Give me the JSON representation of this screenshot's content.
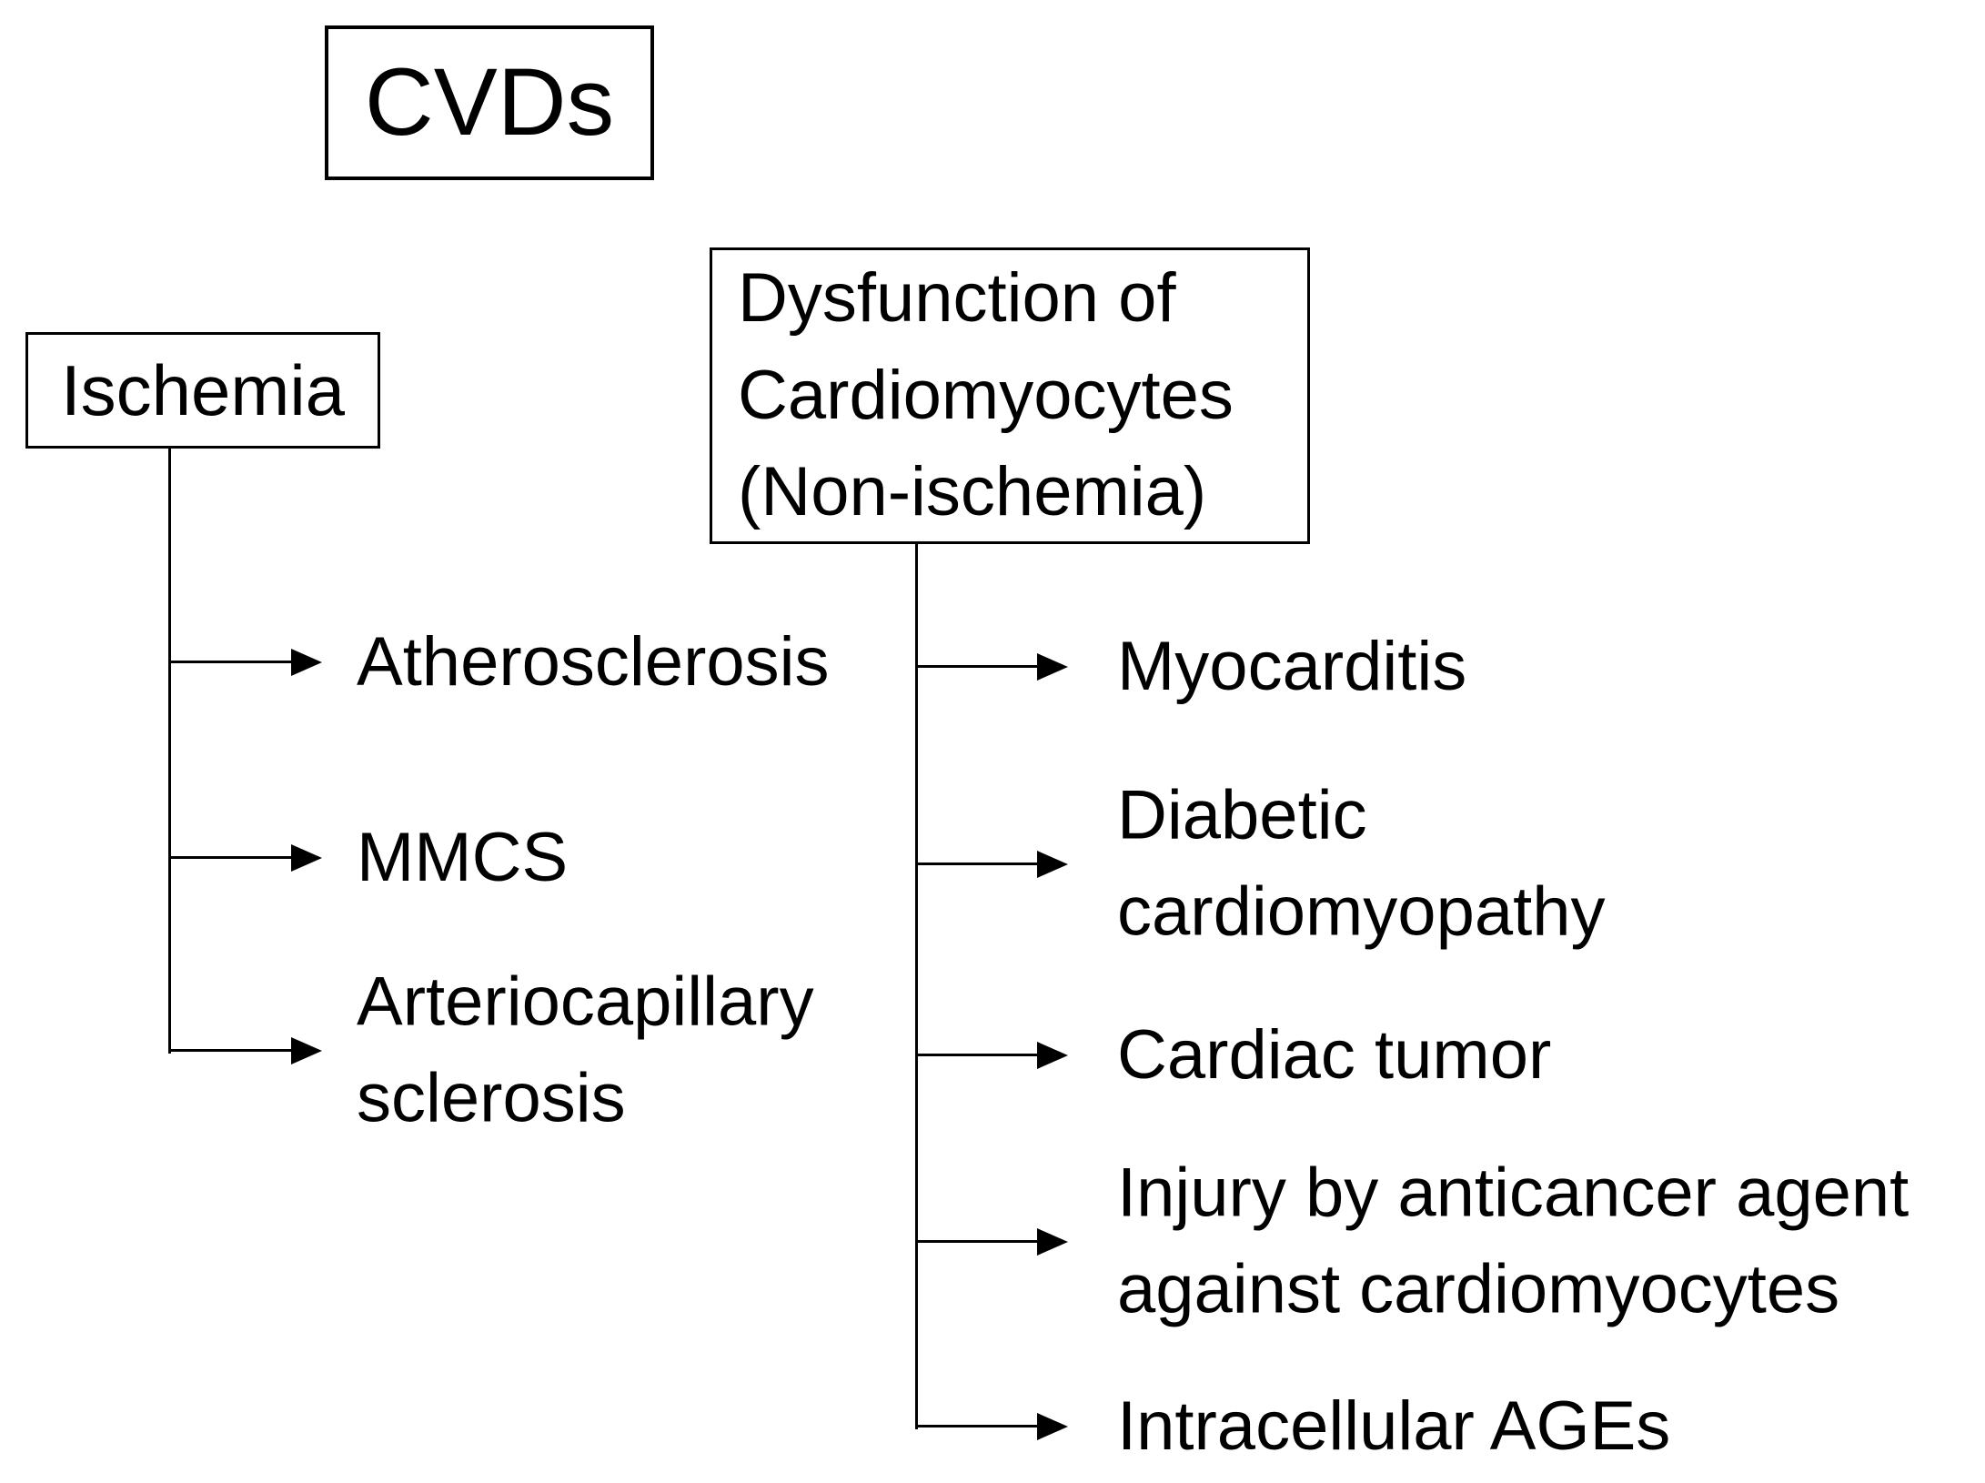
{
  "diagram": {
    "title_node": {
      "label": "CVDs"
    },
    "branches": [
      {
        "label": "Ischemia",
        "children": [
          {
            "label": "Atherosclerosis"
          },
          {
            "label": "MMCS"
          },
          {
            "label": "Arteriocapillary sclerosis"
          }
        ]
      },
      {
        "label": "Dysfunction of Cardiomyocytes (Non-ischemia)",
        "children": [
          {
            "label": "Myocarditis"
          },
          {
            "label": "Diabetic cardiomyopathy"
          },
          {
            "label": "Cardiac tumor"
          },
          {
            "label": "Injury by anticancer agent against cardiomyocytes"
          },
          {
            "label": "Intracellular AGEs"
          }
        ]
      }
    ],
    "colors": {
      "background": "#ffffff",
      "text": "#000000",
      "line": "#000000",
      "box_border": "#000000"
    }
  }
}
